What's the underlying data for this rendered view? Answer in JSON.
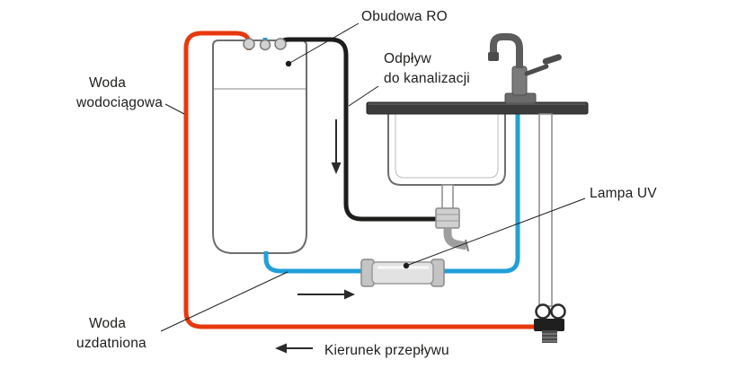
{
  "labels": {
    "obudowa_ro": "Obudowa RO",
    "odplyw": {
      "line1": "Odpływ",
      "line2": "do kanalizacji"
    },
    "woda_wodociagowa": {
      "line1": "Woda",
      "line2": "wodociągowa"
    },
    "lampa_uv": "Lampa UV",
    "woda_uzdatniona": {
      "line1": "Woda",
      "line2": "uzdatniona"
    },
    "kierunek_przeplywu": "Kierunek przepływu"
  },
  "colors": {
    "woda_wodociagowa_pipe": "#e8380d",
    "woda_uzdatniona_pipe": "#219fd9",
    "odplyw_pipe": "#1d1d1b",
    "countertop": "#3c3c3c",
    "outline": "#6e6e6e",
    "text": "#1d1d1b"
  },
  "depicted_components": [
    "ro-filter-housing",
    "kitchen-sink",
    "faucet",
    "drain-trap",
    "uv-lamp",
    "water-supply-valve",
    "flexible-hose"
  ]
}
